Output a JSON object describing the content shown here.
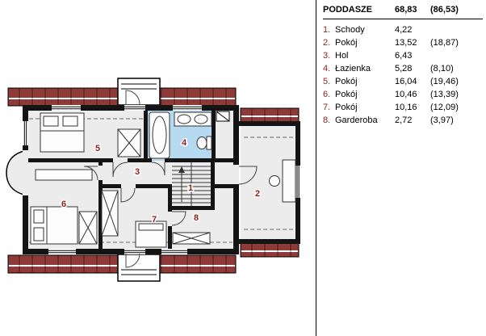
{
  "legend": {
    "title": "PODDASZE",
    "total": "68,83",
    "total_gross": "(86,53)",
    "rows": [
      {
        "num": "1.",
        "name": "Schody",
        "area": "4,22",
        "gross": ""
      },
      {
        "num": "2.",
        "name": "Pokój",
        "area": "13,52",
        "gross": "(18,87)"
      },
      {
        "num": "3.",
        "name": "Hol",
        "area": "6,43",
        "gross": ""
      },
      {
        "num": "4.",
        "name": "Łazienka",
        "area": "5,28",
        "gross": "(8,10)"
      },
      {
        "num": "5.",
        "name": "Pokój",
        "area": "16,04",
        "gross": "(19,46)"
      },
      {
        "num": "6.",
        "name": "Pokój",
        "area": "10,46",
        "gross": "(13,39)"
      },
      {
        "num": "7.",
        "name": "Pokój",
        "area": "10,16",
        "gross": "(12,09)"
      },
      {
        "num": "8.",
        "name": "Garderoba",
        "area": "2,72",
        "gross": "(3,97)"
      }
    ]
  },
  "plan": {
    "labels": {
      "r1": "1",
      "r2": "2",
      "r3": "3",
      "r4": "4",
      "r5": "5",
      "r6": "6",
      "r7": "7",
      "r8": "8"
    },
    "colors": {
      "roof": "#8e3a38",
      "bathroom": "#b5d9ef",
      "floor": "#ececec",
      "label": "#8e1f1f"
    }
  }
}
